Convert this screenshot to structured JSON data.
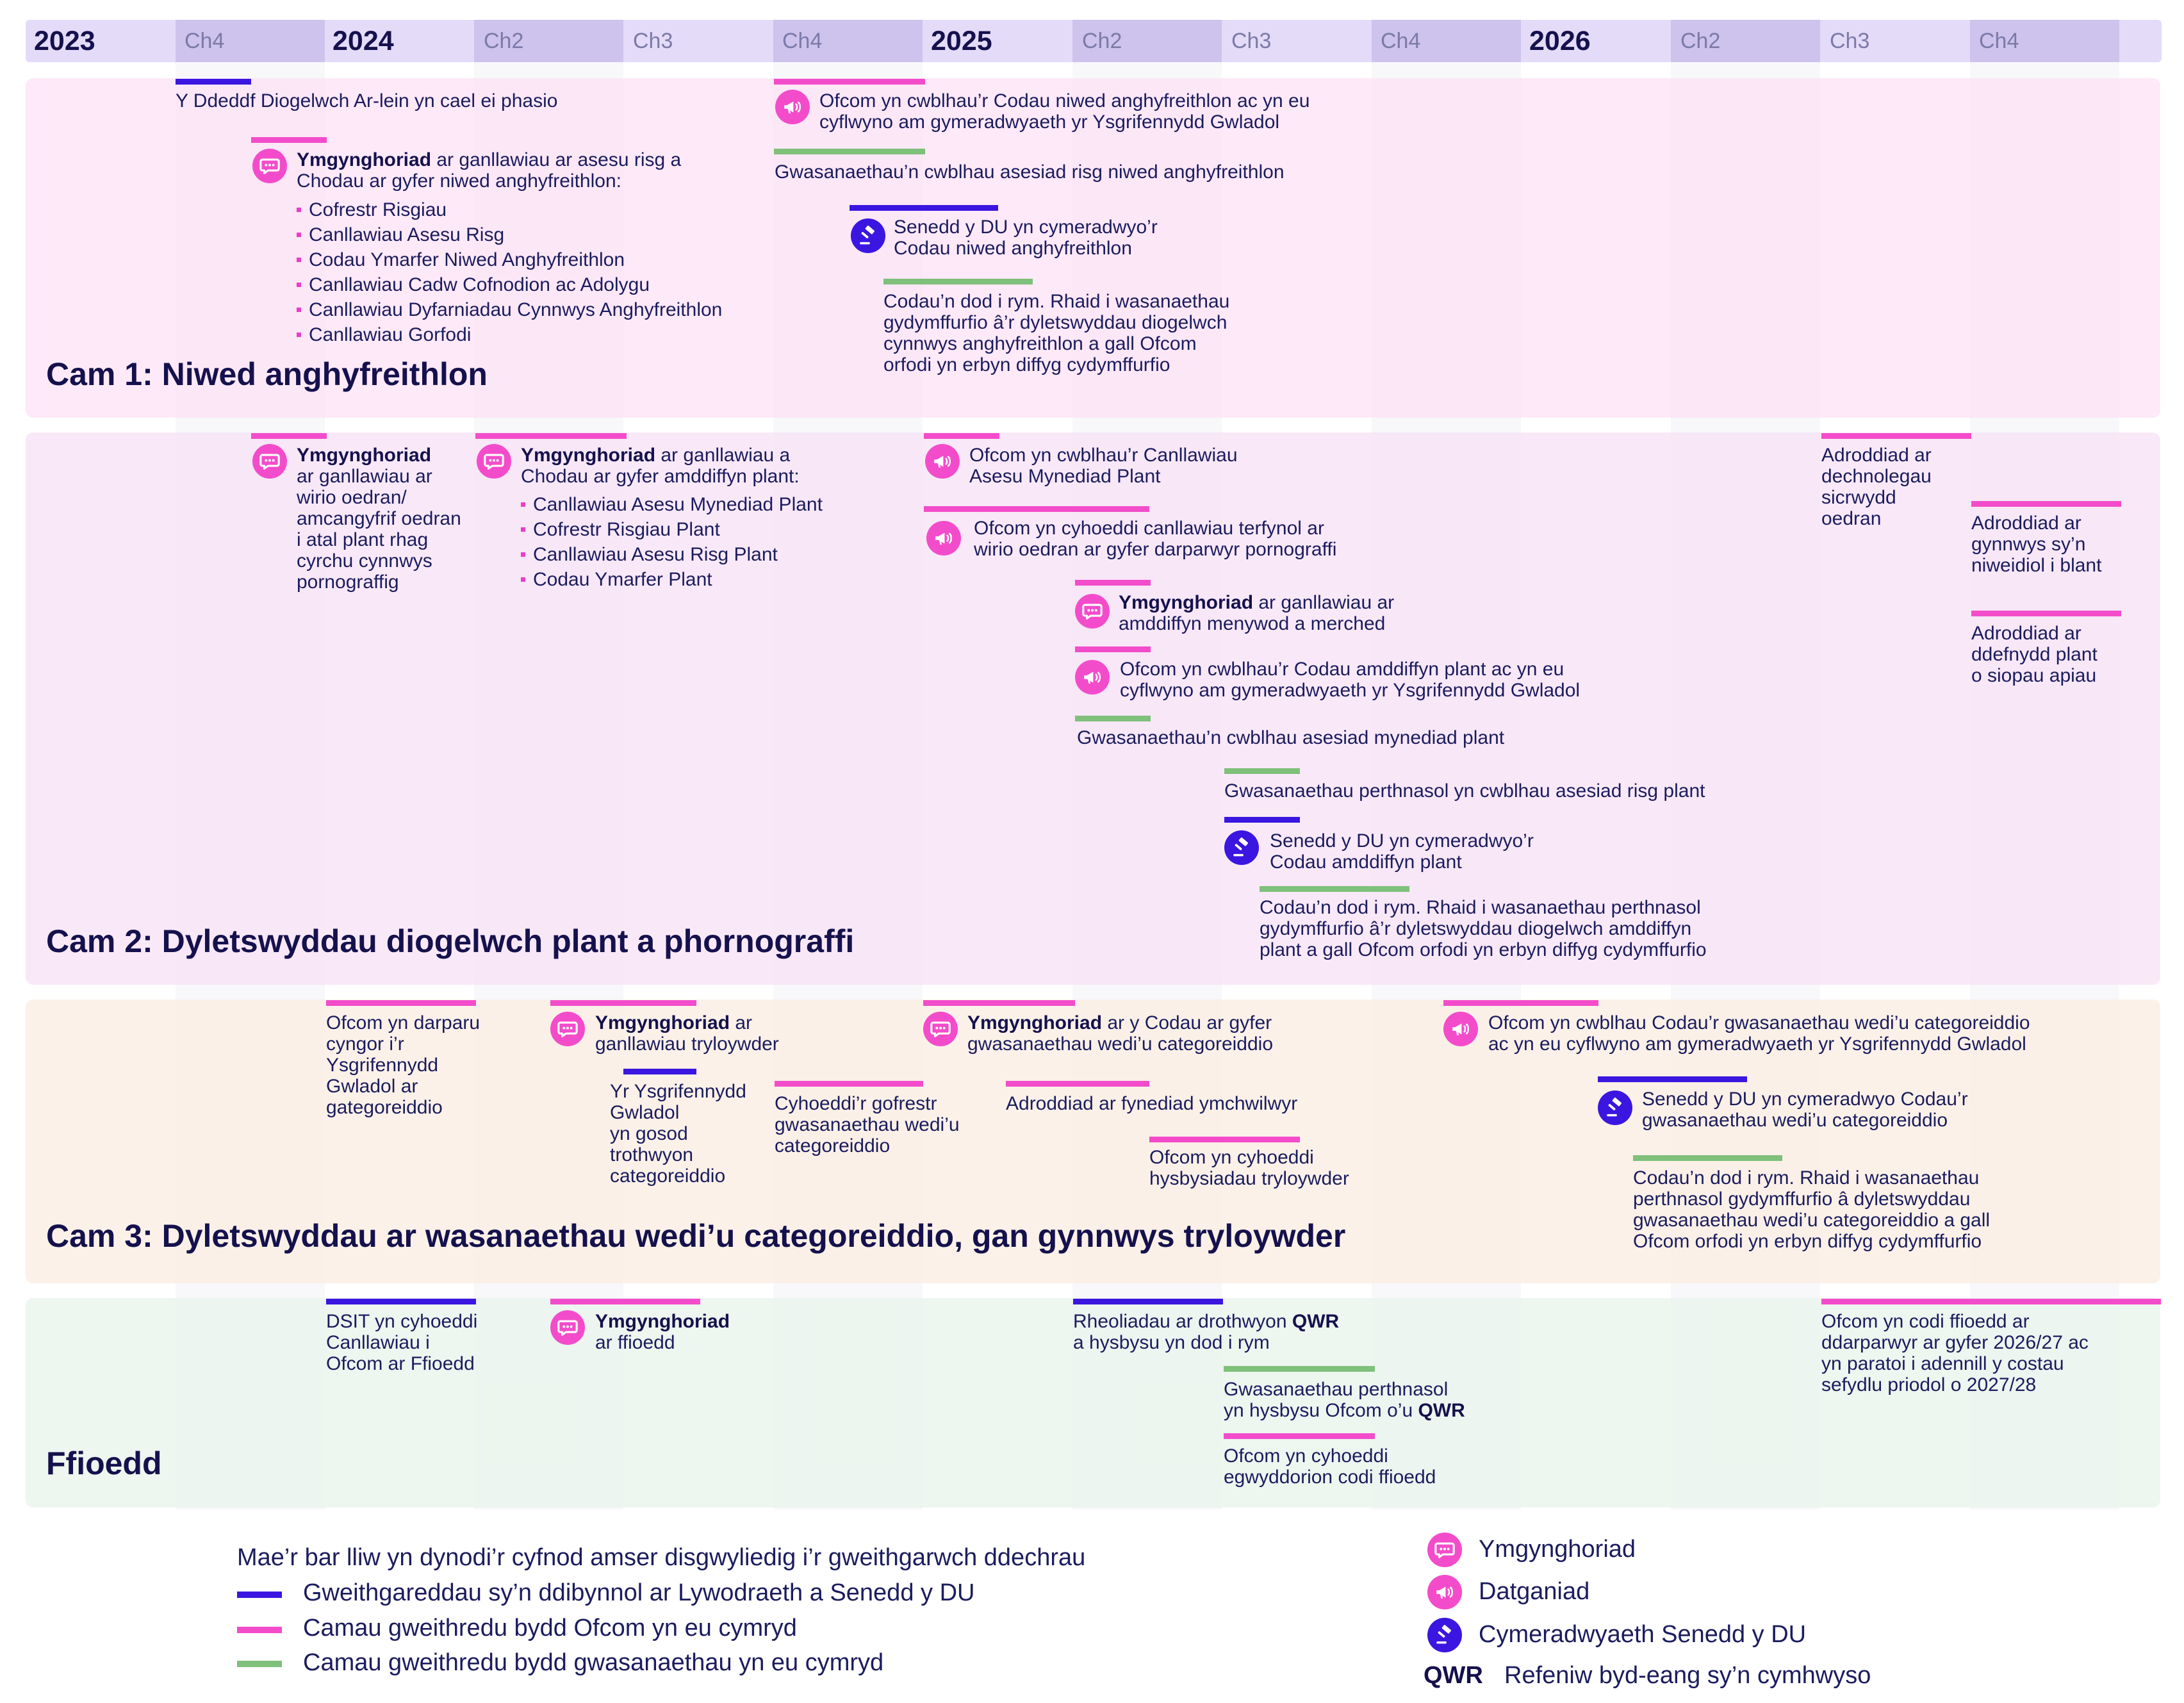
{
  "header": {
    "periods": [
      "2023",
      "Ch4",
      "2024",
      "Ch2",
      "Ch3",
      "Ch4",
      "2025",
      "Ch2",
      "Ch3",
      "Ch4",
      "2026",
      "Ch2",
      "Ch3",
      "Ch4"
    ]
  },
  "stage1": {
    "title": "Cam 1: Niwed anghyfreithlon",
    "act_passed": "Y Ddeddf Diogelwch Ar-lein yn cael ei phasio",
    "consult_bold": "Ymgynghoriad",
    "consult_l1": " ar ganllawiau ar asesu risg a",
    "consult_l2": "Chodau ar gyfer niwed anghyfreithlon:",
    "consult_items": [
      "Cofrestr Risgiau",
      "Canllawiau Asesu Risg",
      "Codau Ymarfer Niwed Anghyfreithlon",
      "Canllawiau Cadw Cofnodion ac Adolygu",
      "Canllawiau Dyfarniadau Cynnwys Anghyfreithlon",
      "Canllawiau Gorfodi"
    ],
    "ofcom_final_l1": "Ofcom yn cwblhau’r Codau niwed anghyfreithlon ac yn eu",
    "ofcom_final_l2": "cyflwyno am gymeradwyaeth yr Ysgrifennydd Gwladol",
    "services_risk": "Gwasanaethau’n cwblhau asesiad risg niwed anghyfreithlon",
    "parliament_l1": "Senedd y DU yn cymeradwyo’r",
    "parliament_l2": "Codau niwed anghyfreithlon",
    "force_l1": "Codau’n dod i rym. Rhaid i wasanaethau",
    "force_l2": "gydymffurfio â’r dyletswyddau diogelwch",
    "force_l3": "cynnwys anghyfreithlon a gall Ofcom",
    "force_l4": "orfodi yn erbyn diffyg cydymffurfio"
  },
  "stage2": {
    "title": "Cam 2: Dyletswyddau diogelwch plant a phornograffi",
    "age_bold": "Ymgynghoriad",
    "age_lines": [
      "ar ganllawiau ar",
      "wirio oedran/",
      "amcangyfrif oedran",
      "i atal plant rhag",
      "cyrchu cynnwys",
      "pornograffig"
    ],
    "child_bold": "Ymgynghoriad",
    "child_l1": " ar ganllawiau a",
    "child_l2": "Chodau ar gyfer amddiffyn plant:",
    "child_items": [
      "Canllawiau Asesu Mynediad Plant",
      "Cofrestr Risgiau Plant",
      "Canllawiau Asesu Risg Plant",
      "Codau Ymarfer Plant"
    ],
    "access_l1": "Ofcom yn cwblhau’r Canllawiau",
    "access_l2": "Asesu Mynediad Plant",
    "porn_l1": "Ofcom yn cyhoeddi canllawiau terfynol ar",
    "porn_l2": "wirio oedran ar gyfer darparwyr pornograffi",
    "vawg_bold": "Ymgynghoriad",
    "vawg_l1": " ar ganllawiau ar",
    "vawg_l2": "amddiffyn menywod a merched",
    "childcodes_l1": "Ofcom yn cwblhau’r Codau amddiffyn plant ac yn eu",
    "childcodes_l2": "cyflwyno am gymeradwyaeth yr Ysgrifennydd Gwladol",
    "services_access": "Gwasanaethau’n cwblhau asesiad mynediad plant",
    "services_childrisk": "Gwasanaethau perthnasol yn cwblhau asesiad risg plant",
    "parliament_l1": "Senedd y DU yn cymeradwyo’r",
    "parliament_l2": "Codau amddiffyn plant",
    "force_l1": "Codau’n dod i rym. Rhaid i wasanaethau perthnasol",
    "force_l2": "gydymffurfio â’r dyletswyddau diogelwch amddiffyn",
    "force_l3": "plant a gall Ofcom orfodi yn erbyn diffyg cydymffurfio",
    "report_age": [
      "Adroddiad ar",
      "dechnolegau",
      "sicrwydd",
      "oedran"
    ],
    "report_harm": [
      "Adroddiad ar",
      "gynnwys sy’n",
      "niweidiol i blant"
    ],
    "report_apps": [
      "Adroddiad ar",
      "ddefnydd plant",
      "o siopau apiau"
    ]
  },
  "stage3": {
    "title": "Cam 3: Dyletswyddau ar wasanaethau wedi’u categoreiddio, gan gynnwys tryloywder",
    "advice": [
      "Ofcom yn darparu",
      "cyngor i’r",
      "Ysgrifennydd",
      "Gwladol ar",
      "gategoreiddio"
    ],
    "transp_bold": "Ymgynghoriad",
    "transp_l1": " ar",
    "transp_l2": "ganllawiau tryloywder",
    "sos": [
      "Yr Ysgrifennydd",
      "Gwladol",
      "yn gosod",
      "trothwyon",
      "categoreiddio"
    ],
    "register": [
      "Cyhoeddi’r gofrestr",
      "gwasanaethau wedi’u",
      "categoreiddio"
    ],
    "cat_bold": "Ymgynghoriad",
    "cat_l1": " ar y Codau ar gyfer",
    "cat_l2": "gwasanaethau wedi’u categoreiddio",
    "researcher": "Adroddiad ar fynediad ymchwilwyr",
    "notices_l1": "Ofcom yn cyhoeddi",
    "notices_l2": "hysbysiadau tryloywder",
    "final_l1": "Ofcom yn cwblhau Codau’r gwasanaethau wedi’u categoreiddio",
    "final_l2": "ac yn eu cyflwyno am gymeradwyaeth yr Ysgrifennydd Gwladol",
    "parliament_l1": "Senedd y DU yn cymeradwyo Codau’r",
    "parliament_l2": "gwasanaethau wedi’u categoreiddio",
    "force_l1": "Codau’n dod i rym. Rhaid i wasanaethau",
    "force_l2": "perthnasol gydymffurfio â dyletswyddau",
    "force_l3": "gwasanaethau wedi’u categoreiddio a gall",
    "force_l4": "Ofcom orfodi yn erbyn diffyg cydymffurfio"
  },
  "fees": {
    "title": "Ffioedd",
    "dsit": [
      "DSIT yn cyhoeddi",
      "Canllawiau i",
      "Ofcom ar Ffioedd"
    ],
    "consult_bold": "Ymgynghoriad",
    "consult_l2": "ar ffioedd",
    "reg_l1": "Rheoliadau ar drothwyon ",
    "reg_qwr": "QWR",
    "reg_l2": "a hysbysu yn dod i rym",
    "notify_l1": "Gwasanaethau perthnasol",
    "notify_l2": "yn hysbysu Ofcom o’u ",
    "notify_qwr": "QWR",
    "principles_l1": "Ofcom yn cyhoeddi",
    "principles_l2": "egwyddorion codi ffioedd",
    "charge": [
      "Ofcom yn codi ffioedd ar",
      "ddarparwyr ar gyfer 2026/27 ac",
      "yn paratoi i adennill y costau",
      "sefydlu priodol o 2027/28"
    ]
  },
  "legend": {
    "bar_heading": "Mae’r bar lliw yn dynodi’r cyfnod amser disgwyliedig i’r gweithgarwch ddechrau",
    "bar_gov": "Gweithgareddau sy’n ddibynnol ar Lywodraeth a Senedd y DU",
    "bar_ofcom": "Camau gweithredu bydd Ofcom yn eu cymryd",
    "bar_services": "Camau gweithredu bydd gwasanaethau yn eu cymryd",
    "icon_consult": "Ymgynghoriad",
    "icon_statement": "Datganiad",
    "icon_parliament": "Cymeradwyaeth Senedd y DU",
    "qwr_abbr": "QWR",
    "qwr_text": "Refeniw byd-eang sy’n cymhwyso"
  },
  "colors": {
    "ofcom_pink": "#f34ccb",
    "government_purple": "#3a16e0",
    "services_green": "#7fc07a",
    "stage1_bg": "#fdeaf8",
    "stage2_bg": "#f8e9f8",
    "stage3_bg": "#fbf1ea",
    "fees_bg": "#eef6ef",
    "header_bg": "#e3dbf8"
  },
  "icons": {
    "consultation": "chat-bubble-icon",
    "statement": "megaphone-icon",
    "parliament": "gavel-icon"
  }
}
